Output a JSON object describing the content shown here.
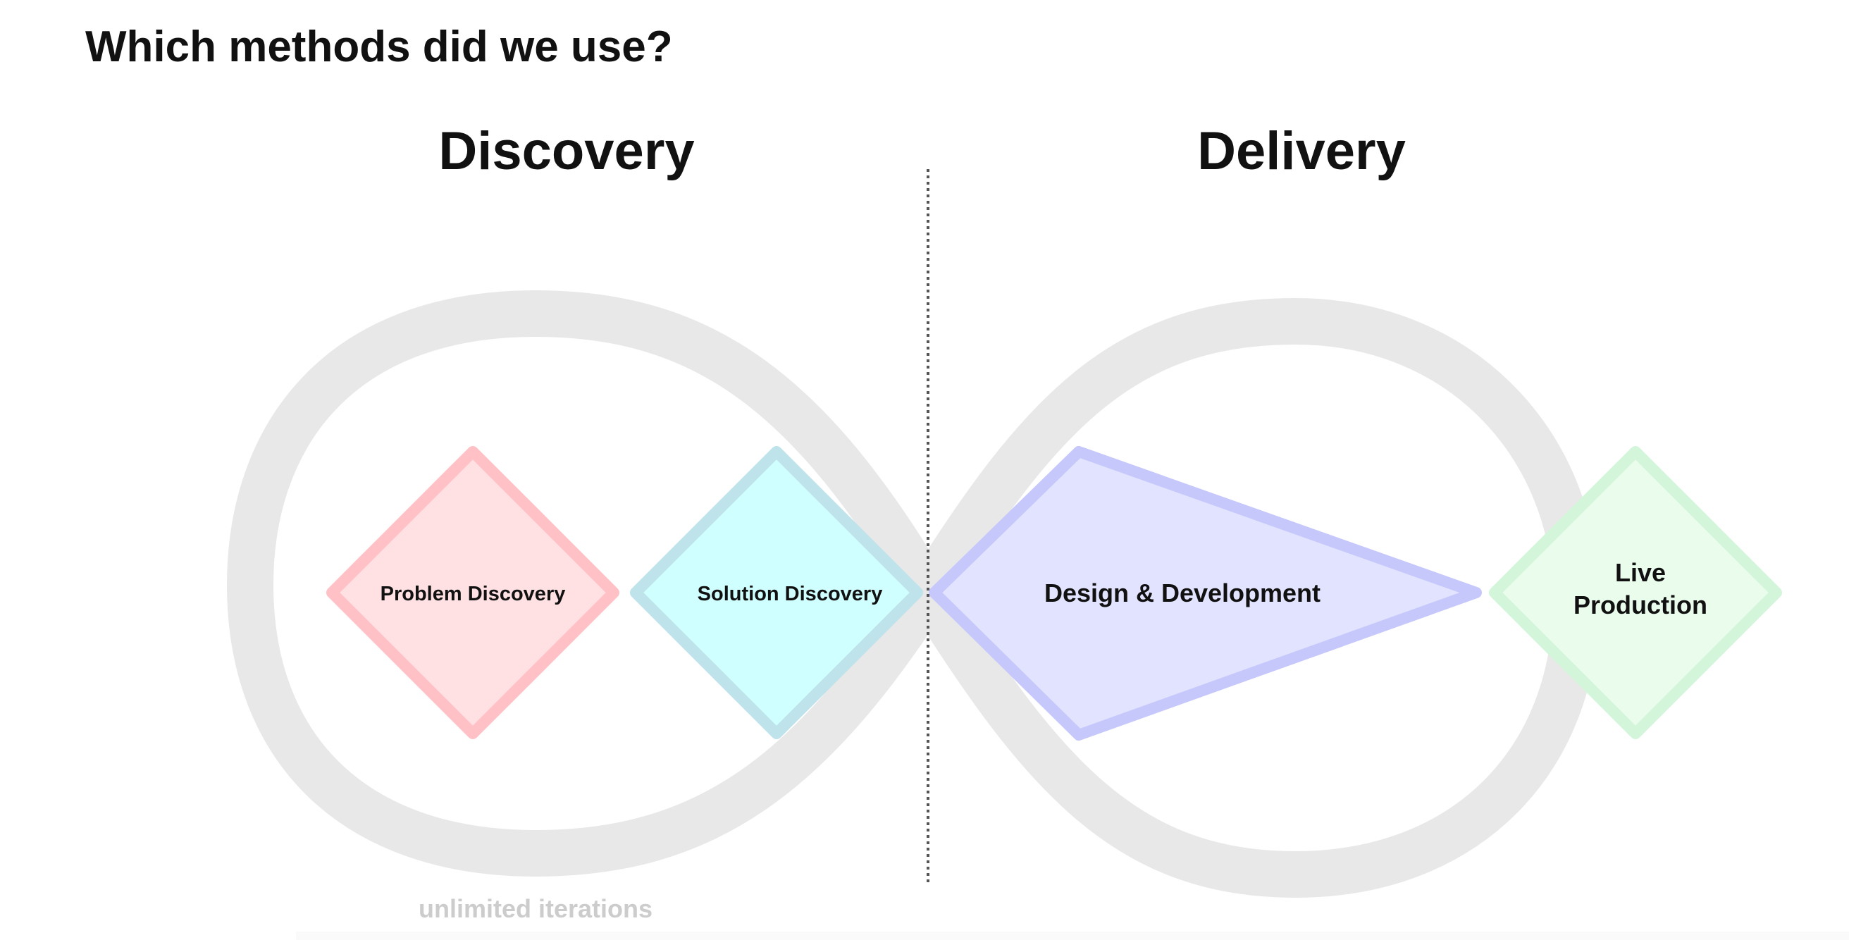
{
  "title": "Which methods did we use?",
  "sections": {
    "discovery": "Discovery",
    "delivery": "Delivery"
  },
  "stages": [
    {
      "label": "Problem Discovery",
      "fill": "#ffe0e3",
      "stroke": "#ffc1c6"
    },
    {
      "label": "Solution Discovery",
      "fill": "#d0ffff",
      "stroke": "#bfe3ea"
    },
    {
      "label": "Design & Development",
      "fill": "#e2e3fe",
      "stroke": "#c6c8fc"
    },
    {
      "label_line1": "Live",
      "label_line2": "Production",
      "fill": "#eafcec",
      "stroke": "#d3f5da"
    }
  ],
  "loop_caption": "unlimited iterations",
  "colors": {
    "loop": "#e8e8e8",
    "divider": "#555555",
    "caption": "#cccccc"
  }
}
